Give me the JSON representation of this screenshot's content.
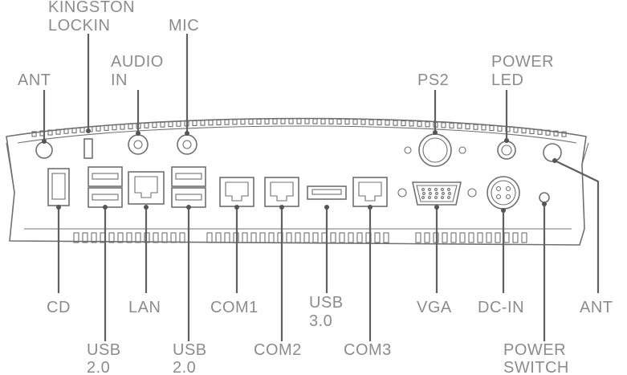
{
  "labels": {
    "kingston_lockin": [
      "KINGSTON",
      "LOCKIN"
    ],
    "mic": "MIC",
    "audio_in": [
      "AUDIO",
      "IN"
    ],
    "ant_left": "ANT",
    "ps2": "PS2",
    "power_led": [
      "POWER",
      "LED"
    ],
    "cd": "CD",
    "lan": "LAN",
    "com1": "COM1",
    "usb30": [
      "USB",
      "3.0"
    ],
    "vga": "VGA",
    "dc_in": "DC-IN",
    "ant_right": "ANT",
    "usb20_left": [
      "USB",
      "2.0"
    ],
    "usb20_mid": [
      "USB",
      "2.0"
    ],
    "com2": "COM2",
    "com3": "COM3",
    "power_switch": [
      "POWER",
      "SWITCH"
    ]
  },
  "colors": {
    "line": "#707070",
    "label": "#8c8c8c",
    "dot": "#555555"
  }
}
